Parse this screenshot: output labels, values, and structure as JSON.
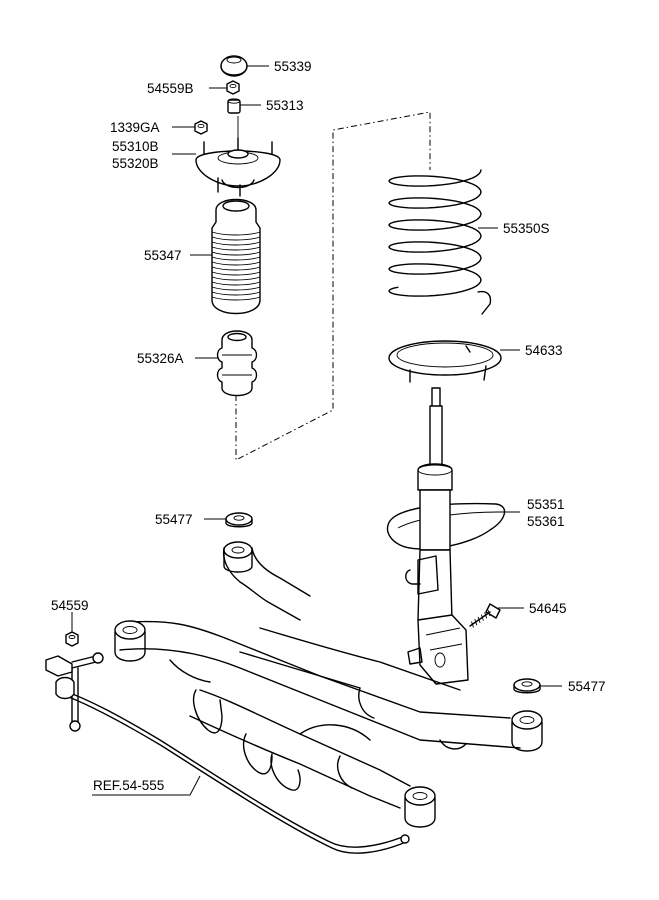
{
  "labels": {
    "p55339": "55339",
    "p54559B": "54559B",
    "p55313": "55313",
    "p1339GA": "1339GA",
    "p55310B": "55310B",
    "p55320B": "55320B",
    "p55347": "55347",
    "p55326A": "55326A",
    "p55350S": "55350S",
    "p54633": "54633",
    "p55351": "55351",
    "p55361": "55361",
    "p55477_top": "55477",
    "p54559": "54559",
    "p54645": "54645",
    "p55477_right": "55477",
    "ref": "REF.54-555"
  }
}
